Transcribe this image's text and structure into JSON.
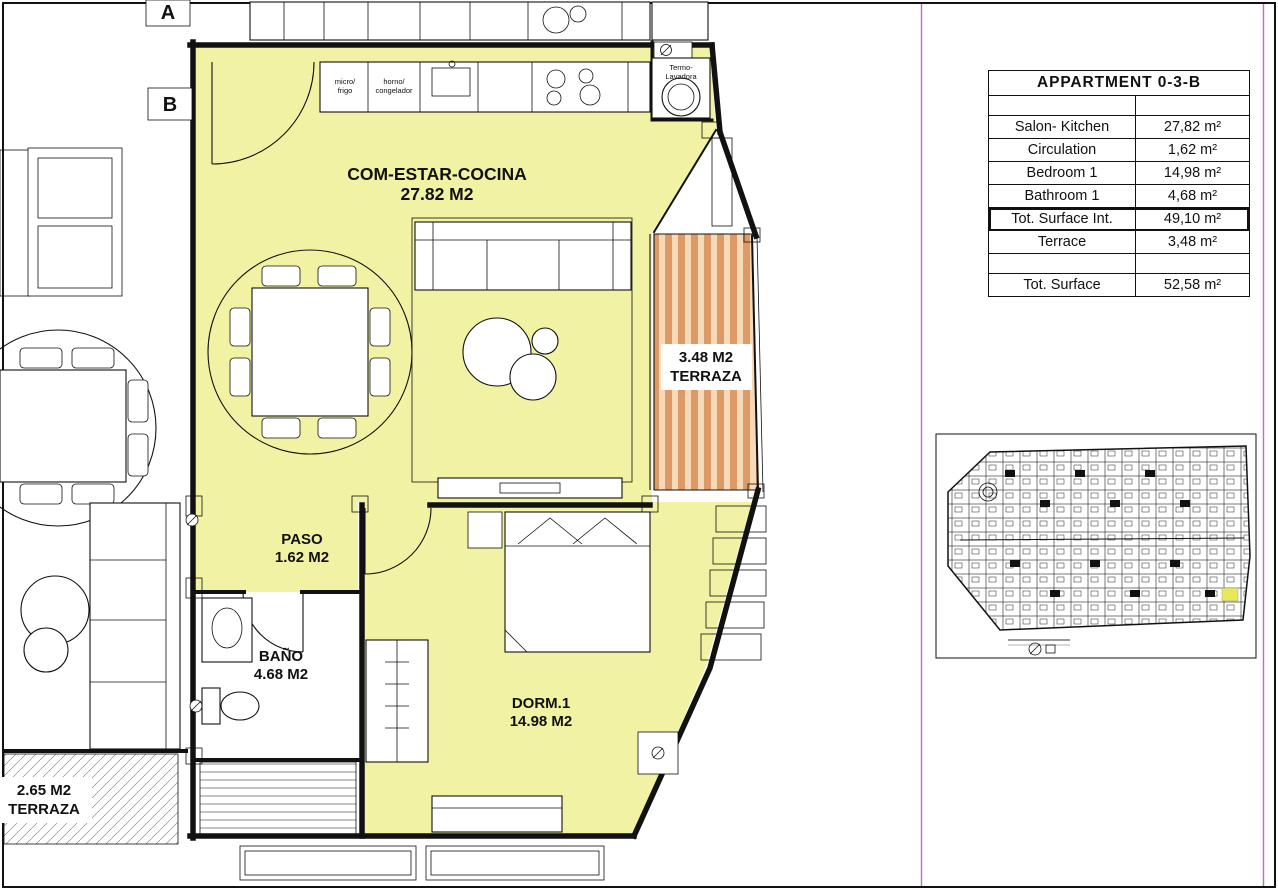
{
  "colors": {
    "accent_pink": "#c36ac3",
    "room_yellow": "#f1f2a3",
    "terrace_bg": "#f6d9b8",
    "terrace_stripe": "#dd9a66",
    "keyplan_highlight": "#e9e75a",
    "line": "#111111"
  },
  "area_table": {
    "title": "APPARTMENT 0-3-B",
    "rows": [
      {
        "label": "Salon- Kitchen",
        "value": "27,82 m²"
      },
      {
        "label": "Circulation",
        "value": "1,62 m²"
      },
      {
        "label": "Bedroom 1",
        "value": "14,98 m²"
      },
      {
        "label": "Bathroom 1",
        "value": "4,68 m²"
      },
      {
        "label": "Tot. Surface Int.",
        "value": "49,10 m²"
      },
      {
        "label": "Terrace",
        "value": "3,48 m²"
      },
      {
        "label": "Tot. Surface",
        "value": "52,58 m²"
      }
    ]
  },
  "plan": {
    "blocks": {
      "a": "A",
      "b": "B"
    },
    "rooms": {
      "salon": {
        "name": "COM-ESTAR-COCINA",
        "area": "27.82 M2"
      },
      "paso": {
        "name": "PASO",
        "area": "1.62 M2"
      },
      "bano": {
        "name": "BAÑO",
        "area": "4.68 M2"
      },
      "dorm": {
        "name": "DORM.1",
        "area": "14.98 M2"
      },
      "terrace_main": {
        "name": "TERRAZA",
        "area": "3.48 M2"
      },
      "terrace_neighbor": {
        "name": "TERRAZA",
        "area": "2.65 M2"
      }
    },
    "appliances": {
      "micro_line1": "micro/",
      "micro_line2": "frigo",
      "oven_line1": "horno/",
      "oven_line2": "congelador",
      "termo_line1": "Termo-",
      "termo_line2": "Lavadora"
    }
  }
}
